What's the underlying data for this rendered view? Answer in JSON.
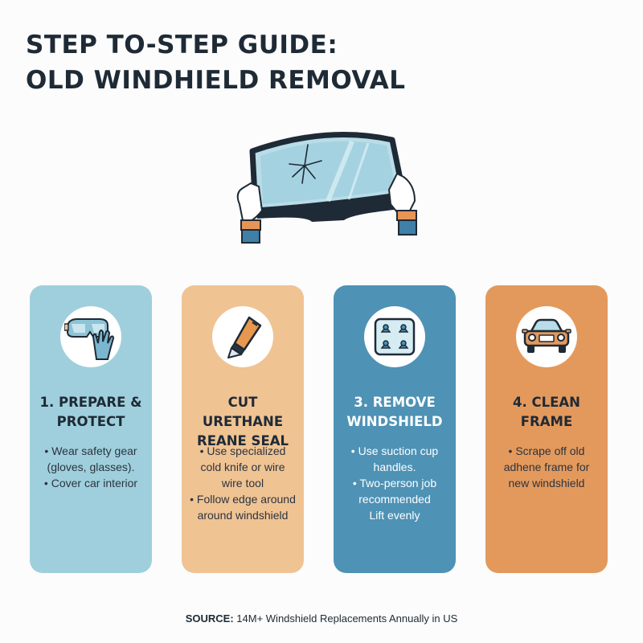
{
  "title": {
    "line1": "STEP TO-STEP GUIDE:",
    "line2": "OLD WINDHIELD REMOVAL"
  },
  "hero": {
    "icon": "cracked-windshield-held-by-gloved-hands"
  },
  "steps": [
    {
      "icon": "safety-goggles-and-glove-icon",
      "color": "#9fcfdc",
      "title_lines": [
        "1. PREPARE &",
        "PROTECT"
      ],
      "bullets": [
        [
          "• Wear safety gear",
          "(gloves, glasses)."
        ],
        [
          "• Cover car interior"
        ]
      ]
    },
    {
      "icon": "utility-knife-icon",
      "color": "#f0c393",
      "title_lines": [
        "CUT URETHANE",
        "REANE SEAL"
      ],
      "bullets": [
        [
          "• Use specialized",
          "cold knife or wire",
          "wire tool"
        ],
        [
          "• Follow edge around",
          "around windshield"
        ]
      ]
    },
    {
      "icon": "suction-cup-panel-icon",
      "color": "#4e92b5",
      "title_lines": [
        "3. REMOVE",
        "WINDSHIELD"
      ],
      "bullets": [
        [
          "• Use suction cup",
          "handles."
        ],
        [
          "• Two-person job",
          "recommended",
          "Lift evenly"
        ]
      ]
    },
    {
      "icon": "car-front-icon",
      "color": "#e4995c",
      "title_lines": [
        "4. CLEAN",
        "FRAME"
      ],
      "bullets": [
        [
          "• Scrape off old",
          "adhene frame for",
          "new windshield"
        ]
      ]
    }
  ],
  "footer": {
    "source_label": "SOURCE:",
    "source_text": " 14M+ Windshield Replacements Annually in US"
  }
}
